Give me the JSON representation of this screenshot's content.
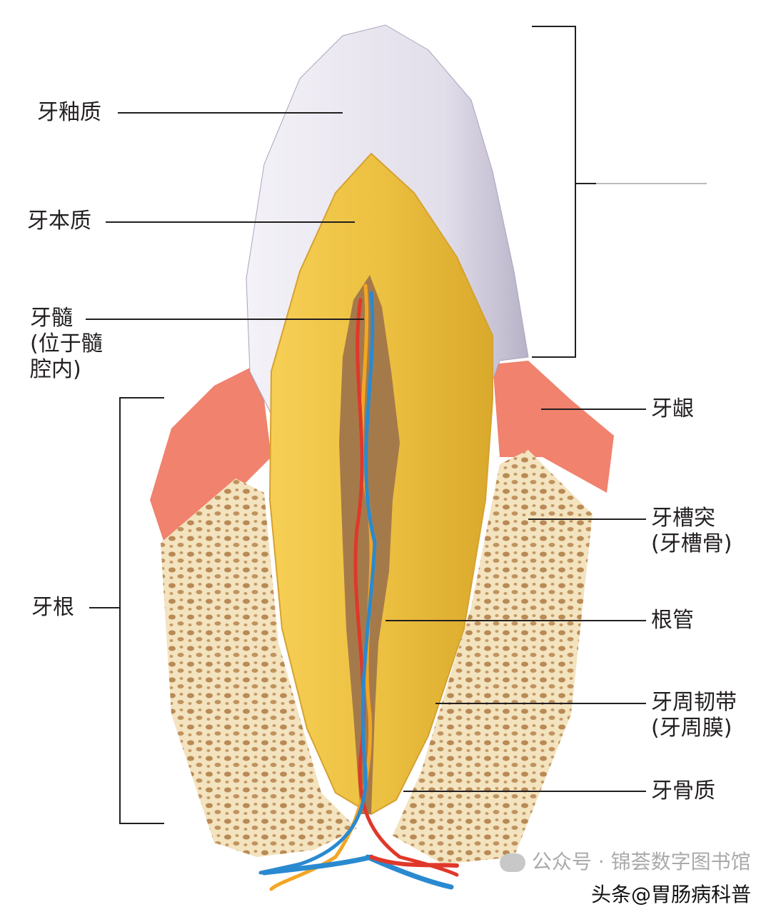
{
  "labels": {
    "enamel": "牙釉质",
    "dentin": "牙本质",
    "pulp_line1": "牙髓",
    "pulp_line2": "(位于髓",
    "pulp_line3": "腔内)",
    "root": "牙根",
    "gingiva": "牙龈",
    "alveolar_line1": "牙槽突",
    "alveolar_line2": "(牙槽骨)",
    "root_canal": "根管",
    "pdl_line1": "牙周韧带",
    "pdl_line2": "(牙周膜)",
    "cementum": "牙骨质"
  },
  "watermark": {
    "source": "公众号 · 锦荟数字图书馆",
    "overlay": "头条@胃肠病科普"
  },
  "colors": {
    "enamel": "#e9e6f0",
    "dentin": "#efc040",
    "gum": "#f0826e",
    "bone": "#f3e3bf",
    "artery": "#e0382a",
    "vein": "#2a8ad0",
    "nerve": "#f2a623"
  }
}
